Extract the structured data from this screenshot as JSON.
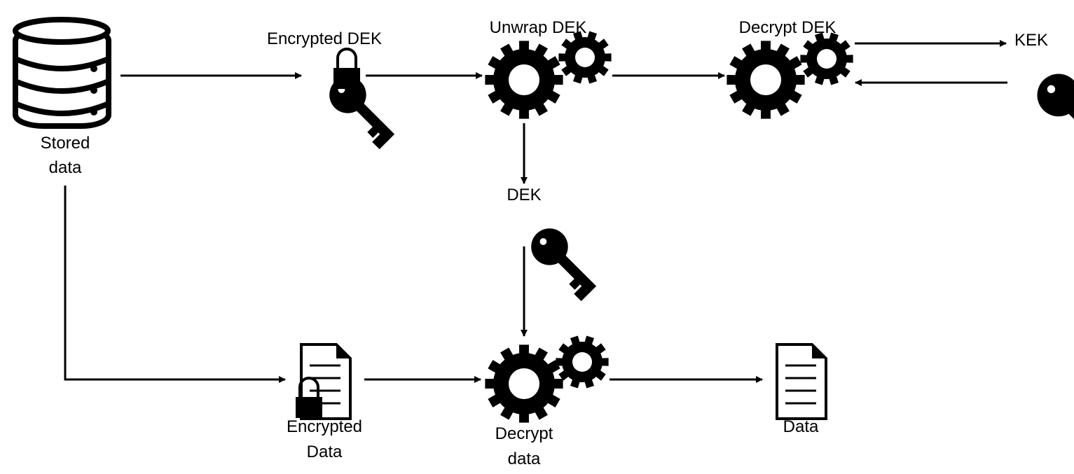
{
  "diagram": {
    "nodes": {
      "stored_data": {
        "label_lines": [
          "Stored",
          "data"
        ],
        "icon": "database-icon"
      },
      "encrypted_dek": {
        "label": "Encrypted DEK",
        "icon": "locked-key-icon"
      },
      "unwrap_dek": {
        "label": "Unwrap DEK",
        "icon": "gears-icon"
      },
      "decrypt_dek": {
        "label": "Decrypt DEK",
        "icon": "gears-icon"
      },
      "kek": {
        "label": "KEK",
        "icon": "key-icon"
      },
      "dek": {
        "label": "DEK",
        "icon": "key-icon"
      },
      "encrypted_data": {
        "label_lines": [
          "Encrypted",
          "Data"
        ],
        "icon": "locked-document-icon"
      },
      "decrypt_data": {
        "label_lines": [
          "Decrypt",
          "data"
        ],
        "icon": "gears-icon"
      },
      "data": {
        "label": "Data",
        "icon": "document-icon"
      }
    },
    "edges": [
      {
        "from": "stored_data",
        "to": "encrypted_dek"
      },
      {
        "from": "encrypted_dek",
        "to": "unwrap_dek"
      },
      {
        "from": "unwrap_dek",
        "to": "decrypt_dek"
      },
      {
        "from": "decrypt_dek",
        "to": "kek"
      },
      {
        "from": "kek",
        "to": "decrypt_dek"
      },
      {
        "from": "unwrap_dek",
        "to": "dek"
      },
      {
        "from": "dek",
        "to": "decrypt_data"
      },
      {
        "from": "stored_data",
        "to": "encrypted_data"
      },
      {
        "from": "encrypted_data",
        "to": "decrypt_data"
      },
      {
        "from": "decrypt_data",
        "to": "data"
      }
    ],
    "colors": {
      "ink": "#000000",
      "background": "#ffffff"
    }
  }
}
